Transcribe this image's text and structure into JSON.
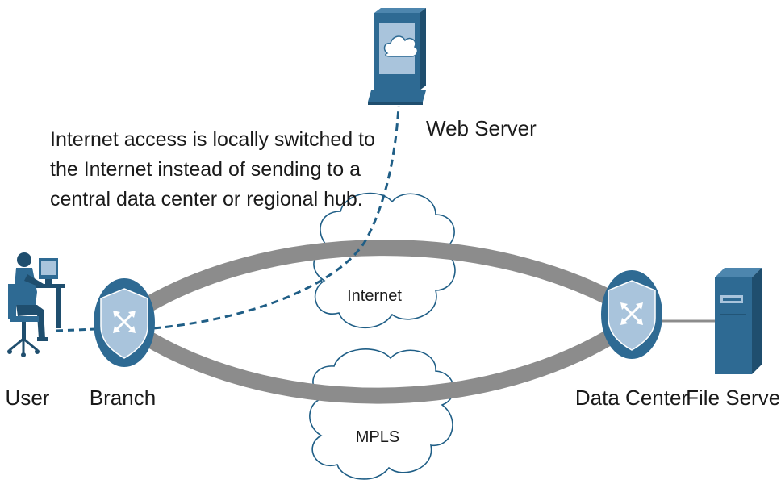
{
  "annotation": {
    "lines": [
      "Internet access is locally switched to",
      "the Internet instead of sending to a",
      "central data center or regional hub."
    ]
  },
  "nodes": {
    "user": {
      "label": "User",
      "icon": "user-workstation-icon"
    },
    "branch": {
      "label": "Branch",
      "icon": "router-shield-icon"
    },
    "data_center": {
      "label": "Data Center",
      "icon": "router-shield-icon"
    },
    "file_server": {
      "label": "File Server",
      "icon": "file-server-icon"
    },
    "web_server": {
      "label": "Web Server",
      "icon": "web-server-monitor-icon"
    }
  },
  "clouds": {
    "internet": {
      "label": "Internet",
      "icon": "cloud-icon"
    },
    "mpls": {
      "label": "MPLS",
      "icon": "cloud-icon"
    }
  },
  "colors": {
    "device_blue": "#2e6a93",
    "device_dark": "#1f4e6e",
    "shield_face": "#a9c4dc",
    "tunnel_gray": "#8c8c8c",
    "link_dashed": "#1f5e86",
    "cloud_outline": "#1f5e86"
  }
}
